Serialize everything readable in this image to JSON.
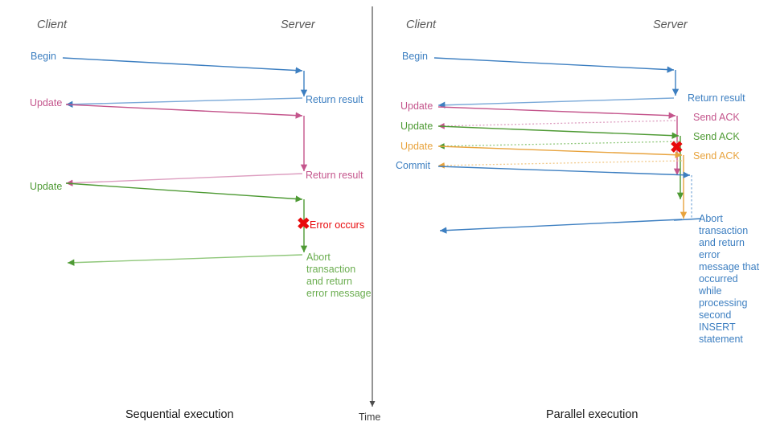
{
  "diagram": {
    "title_left": "Sequential execution",
    "title_right": "Parallel execution",
    "time_axis_label": "Time",
    "colors": {
      "blue": "#3d7fc1",
      "blue_light": "#7aa9d8",
      "pink": "#c4558c",
      "pink_light": "#dd9ec0",
      "green": "#4e9a34",
      "green_light": "#8fc77a",
      "orange": "#e8a33d",
      "orange_light": "#f2c989",
      "red": "#e8090b",
      "gray": "#595959",
      "divider": "#4d4d4d"
    }
  },
  "left_panel": {
    "actor_client": "Client",
    "actor_server": "Server",
    "caption": "Sequential execution",
    "messages": [
      {
        "id": "begin",
        "label": "Begin",
        "color": "blue"
      },
      {
        "id": "return-1",
        "label": "Return result",
        "color": "blue"
      },
      {
        "id": "update-1",
        "label": "Update",
        "color": "pink"
      },
      {
        "id": "return-2",
        "label": "Return result",
        "color": "pink"
      },
      {
        "id": "update-2",
        "label": "Update",
        "color": "green"
      },
      {
        "id": "error",
        "label": "Error occurs",
        "color": "red"
      },
      {
        "id": "abort",
        "label": "Abort transaction and return error message",
        "color": "green"
      }
    ]
  },
  "right_panel": {
    "actor_client": "Client",
    "actor_server": "Server",
    "caption": "Parallel execution",
    "messages": [
      {
        "id": "begin",
        "label": "Begin",
        "color": "blue"
      },
      {
        "id": "return-1",
        "label": "Return result",
        "color": "blue"
      },
      {
        "id": "update-1",
        "label": "Update",
        "color": "pink"
      },
      {
        "id": "ack-1",
        "label": "Send ACK",
        "color": "pink"
      },
      {
        "id": "update-2",
        "label": "Update",
        "color": "green"
      },
      {
        "id": "ack-2",
        "label": "Send ACK",
        "color": "green"
      },
      {
        "id": "update-3",
        "label": "Update",
        "color": "orange"
      },
      {
        "id": "ack-3",
        "label": "Send ACK",
        "color": "orange"
      },
      {
        "id": "commit",
        "label": "Commit",
        "color": "blue"
      },
      {
        "id": "abort",
        "label": "Abort transaction and return error message that occurred while processing second INSERT statement",
        "color": "blue"
      }
    ]
  }
}
